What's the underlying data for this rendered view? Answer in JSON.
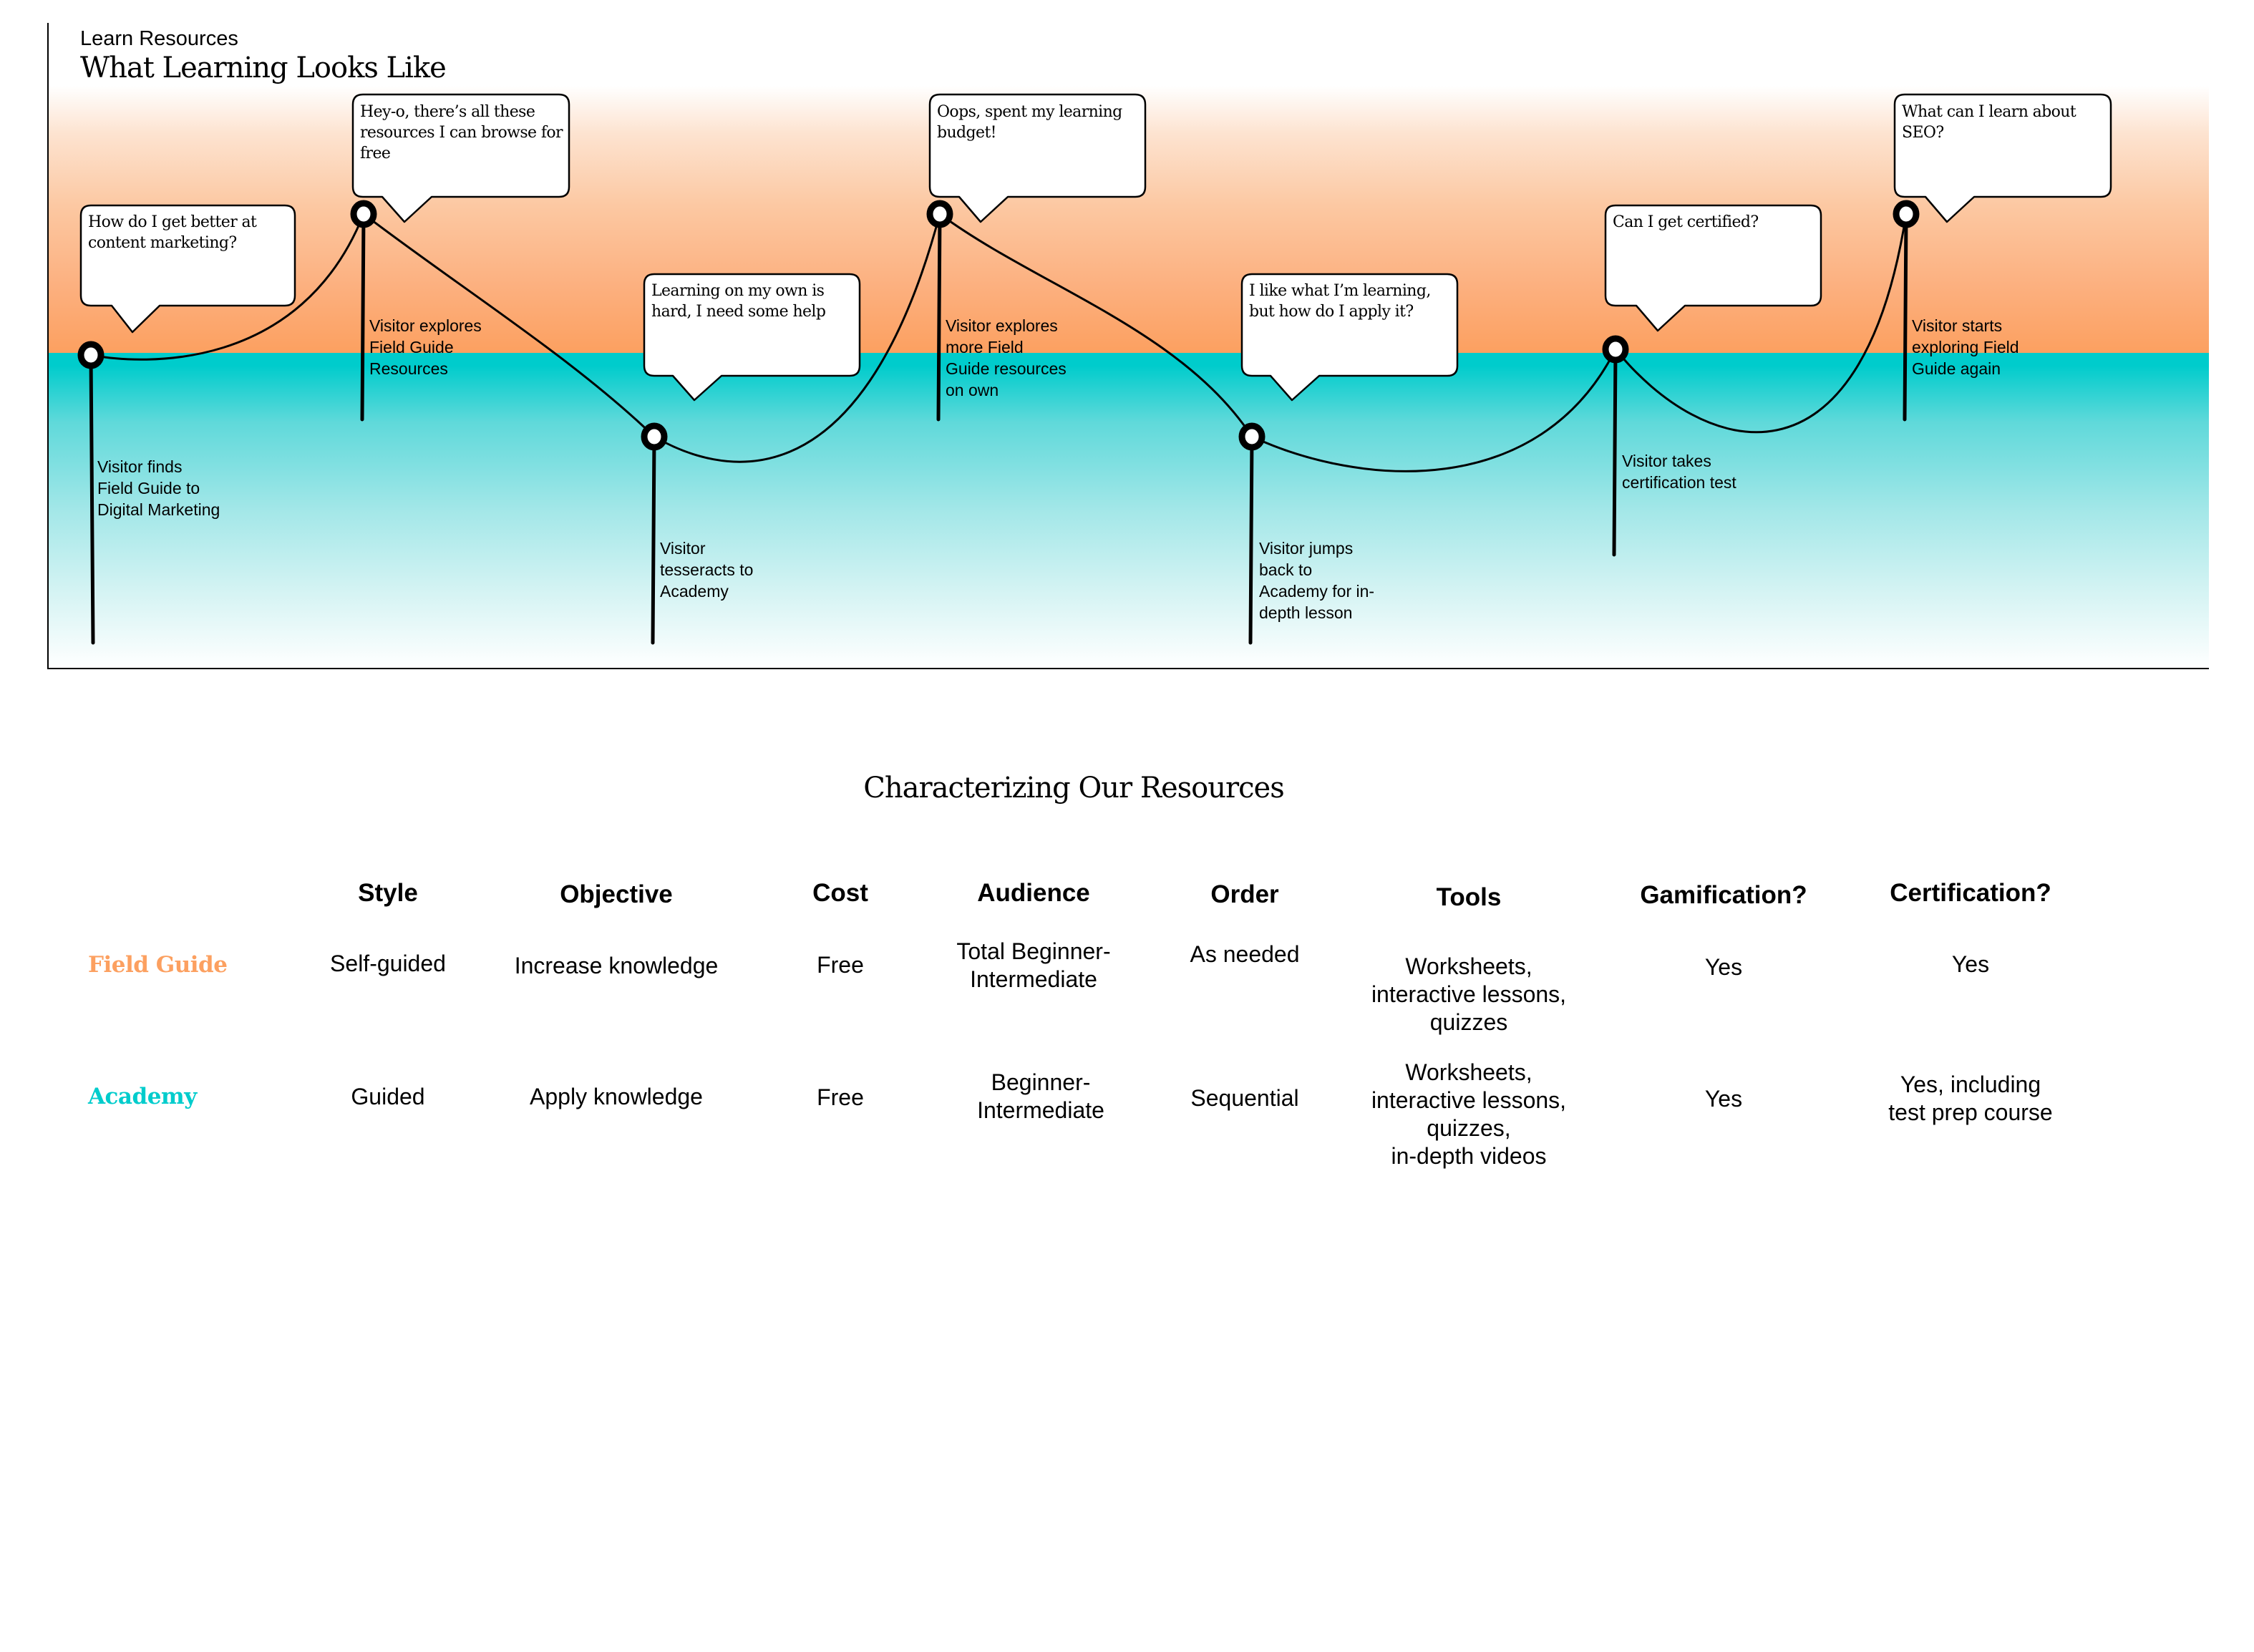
{
  "header": {
    "subtitle": "Learn Resources",
    "title": "What Learning Looks Like"
  },
  "colors": {
    "field_guide": "#fca060",
    "academy": "#00cccc"
  },
  "journey": {
    "steps": [
      {
        "thought": "How do I get better at content marketing?",
        "action": "Visitor finds\nField Guide to\nDigital Marketing",
        "zone": "academy-line"
      },
      {
        "thought": "Hey-o, there’s all these resources I can browse for free",
        "action": "Visitor explores\nField Guide\nResources",
        "zone": "field-guide"
      },
      {
        "thought": "Learning on my own is hard, I need some help",
        "action": "Visitor\ntesseracts to\nAcademy",
        "zone": "academy"
      },
      {
        "thought": "Oops, spent my learning budget!",
        "action": "Visitor explores\nmore Field\nGuide resources\non own",
        "zone": "field-guide"
      },
      {
        "thought": "I like what I’m learning, but how do I apply it?",
        "action": "Visitor jumps\nback to\nAcademy for in-\ndepth lesson",
        "zone": "academy"
      },
      {
        "thought": "Can I get certified?",
        "action": "Visitor takes\ncertification test",
        "zone": "academy-line"
      },
      {
        "thought": "What can I learn about SEO?",
        "action": "Visitor starts\nexploring Field\nGuide again",
        "zone": "field-guide"
      }
    ]
  },
  "comparison": {
    "title": "Characterizing Our Resources",
    "columns": [
      "Style",
      "Objective",
      "Cost",
      "Audience",
      "Order",
      "Tools",
      "Gamification?",
      "Certification?"
    ],
    "rows": [
      {
        "label": "Field Guide",
        "cells": [
          "Self-guided",
          "Increase knowledge",
          "Free",
          "Total Beginner-\nIntermediate",
          "As needed",
          "Worksheets,\ninteractive lessons,\nquizzes",
          "Yes",
          "Yes"
        ]
      },
      {
        "label": "Academy",
        "cells": [
          "Guided",
          "Apply knowledge",
          "Free",
          "Beginner-\nIntermediate",
          "Sequential",
          "Worksheets,\ninteractive lessons,\nquizzes,\nin-depth videos",
          "Yes",
          "Yes, including\ntest prep course"
        ]
      }
    ]
  }
}
